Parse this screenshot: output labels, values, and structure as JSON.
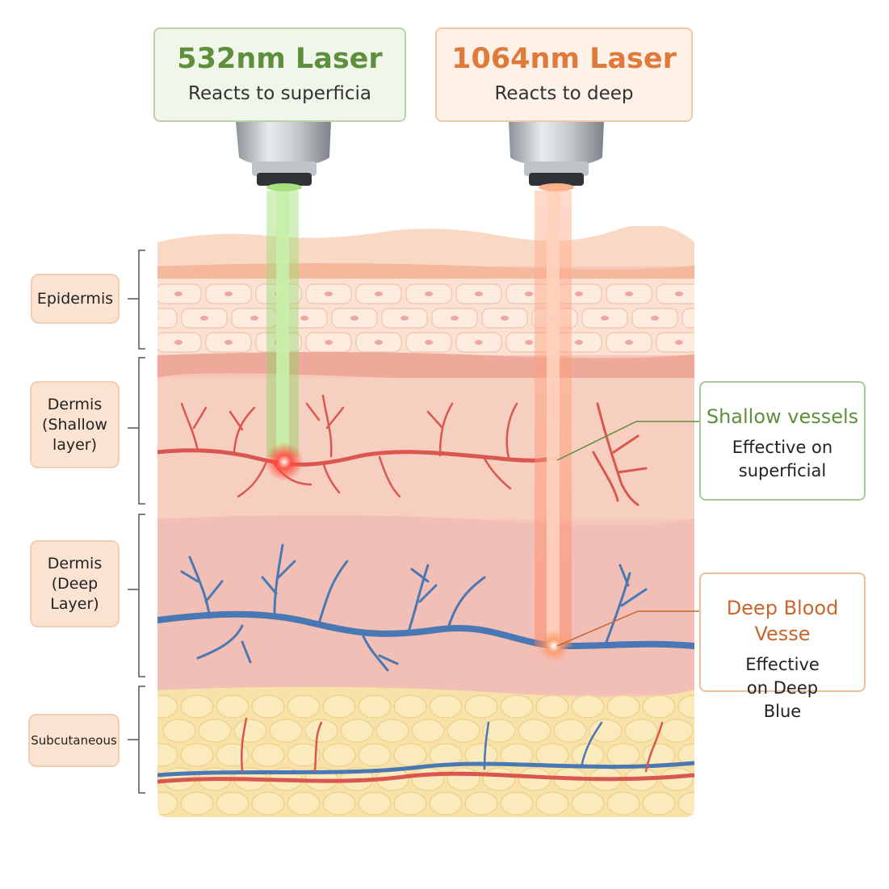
{
  "lasers": [
    {
      "title": "532nm Laser",
      "subtitle": "Reacts to superficia",
      "color": "#5e8f3c",
      "box_bg": "#f1f6ea",
      "box_border": "#b9d2a6"
    },
    {
      "title": "1064nm Laser",
      "subtitle": "Reacts to deep",
      "color": "#e07a3a",
      "box_bg": "#fdf1e8",
      "box_border": "#f2c8a8"
    }
  ],
  "layers": [
    {
      "label": "Epidermis"
    },
    {
      "label": "Dermis (Shallow layer)"
    },
    {
      "label": "Dermis (Deep Layer)"
    },
    {
      "label": "Subcutaneous"
    }
  ],
  "callouts": [
    {
      "title": "Shallow vessels",
      "subtitle": "Effective on superficial",
      "color": "#5e8f3c",
      "border": "#a9c996"
    },
    {
      "title": "Deep Blood Vesse",
      "subtitle": "Effective on Deep Blue",
      "color": "#c8662c",
      "border": "#efbf98"
    }
  ],
  "colors": {
    "green_beam": "#7fcf55",
    "orange_beam": "#ff8a62",
    "artery": "#d9574f",
    "vein": "#4a78b4",
    "skin_epidermis": "#f8d3bf",
    "skin_dermis": "#f6c7b9",
    "skin_deep": "#f3c0b8",
    "fat": "#f8e2a8"
  },
  "icons": {
    "handpiece": "laser-handpiece-icon",
    "hotspot": "laser-hotspot-icon"
  }
}
